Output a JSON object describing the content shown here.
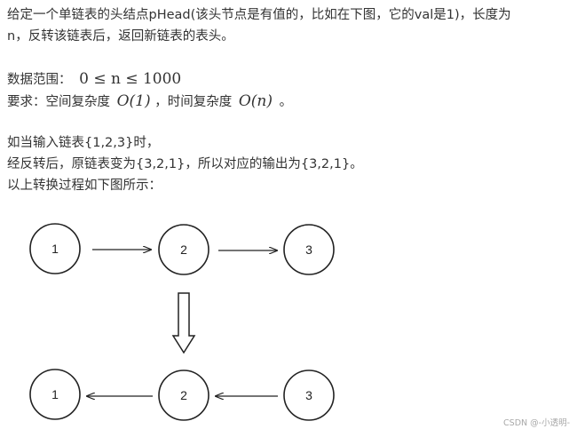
{
  "problem": {
    "line1": "给定一个单链表的头结点pHead(该头节点是有值的，比如在下图，它的val是1)，长度为",
    "line2": "n，反转该链表后，返回新链表的表头。",
    "range_label": "数据范围：",
    "range_math": "0 ≤ n ≤ 1000",
    "req_label": "要求：空间复杂度",
    "req_space": "O(1)",
    "req_mid": "，时间复杂度",
    "req_time": "O(n)",
    "req_end": "。",
    "example1": "如当输入链表{1,2,3}时，",
    "example2": "经反转后，原链表变为{3,2,1}，所以对应的输出为{3,2,1}。",
    "example3": "以上转换过程如下图所示："
  },
  "diagram": {
    "top_nodes": [
      "1",
      "2",
      "3"
    ],
    "bottom_nodes": [
      "1",
      "2",
      "3"
    ]
  },
  "watermark": "CSDN @-小透明-"
}
